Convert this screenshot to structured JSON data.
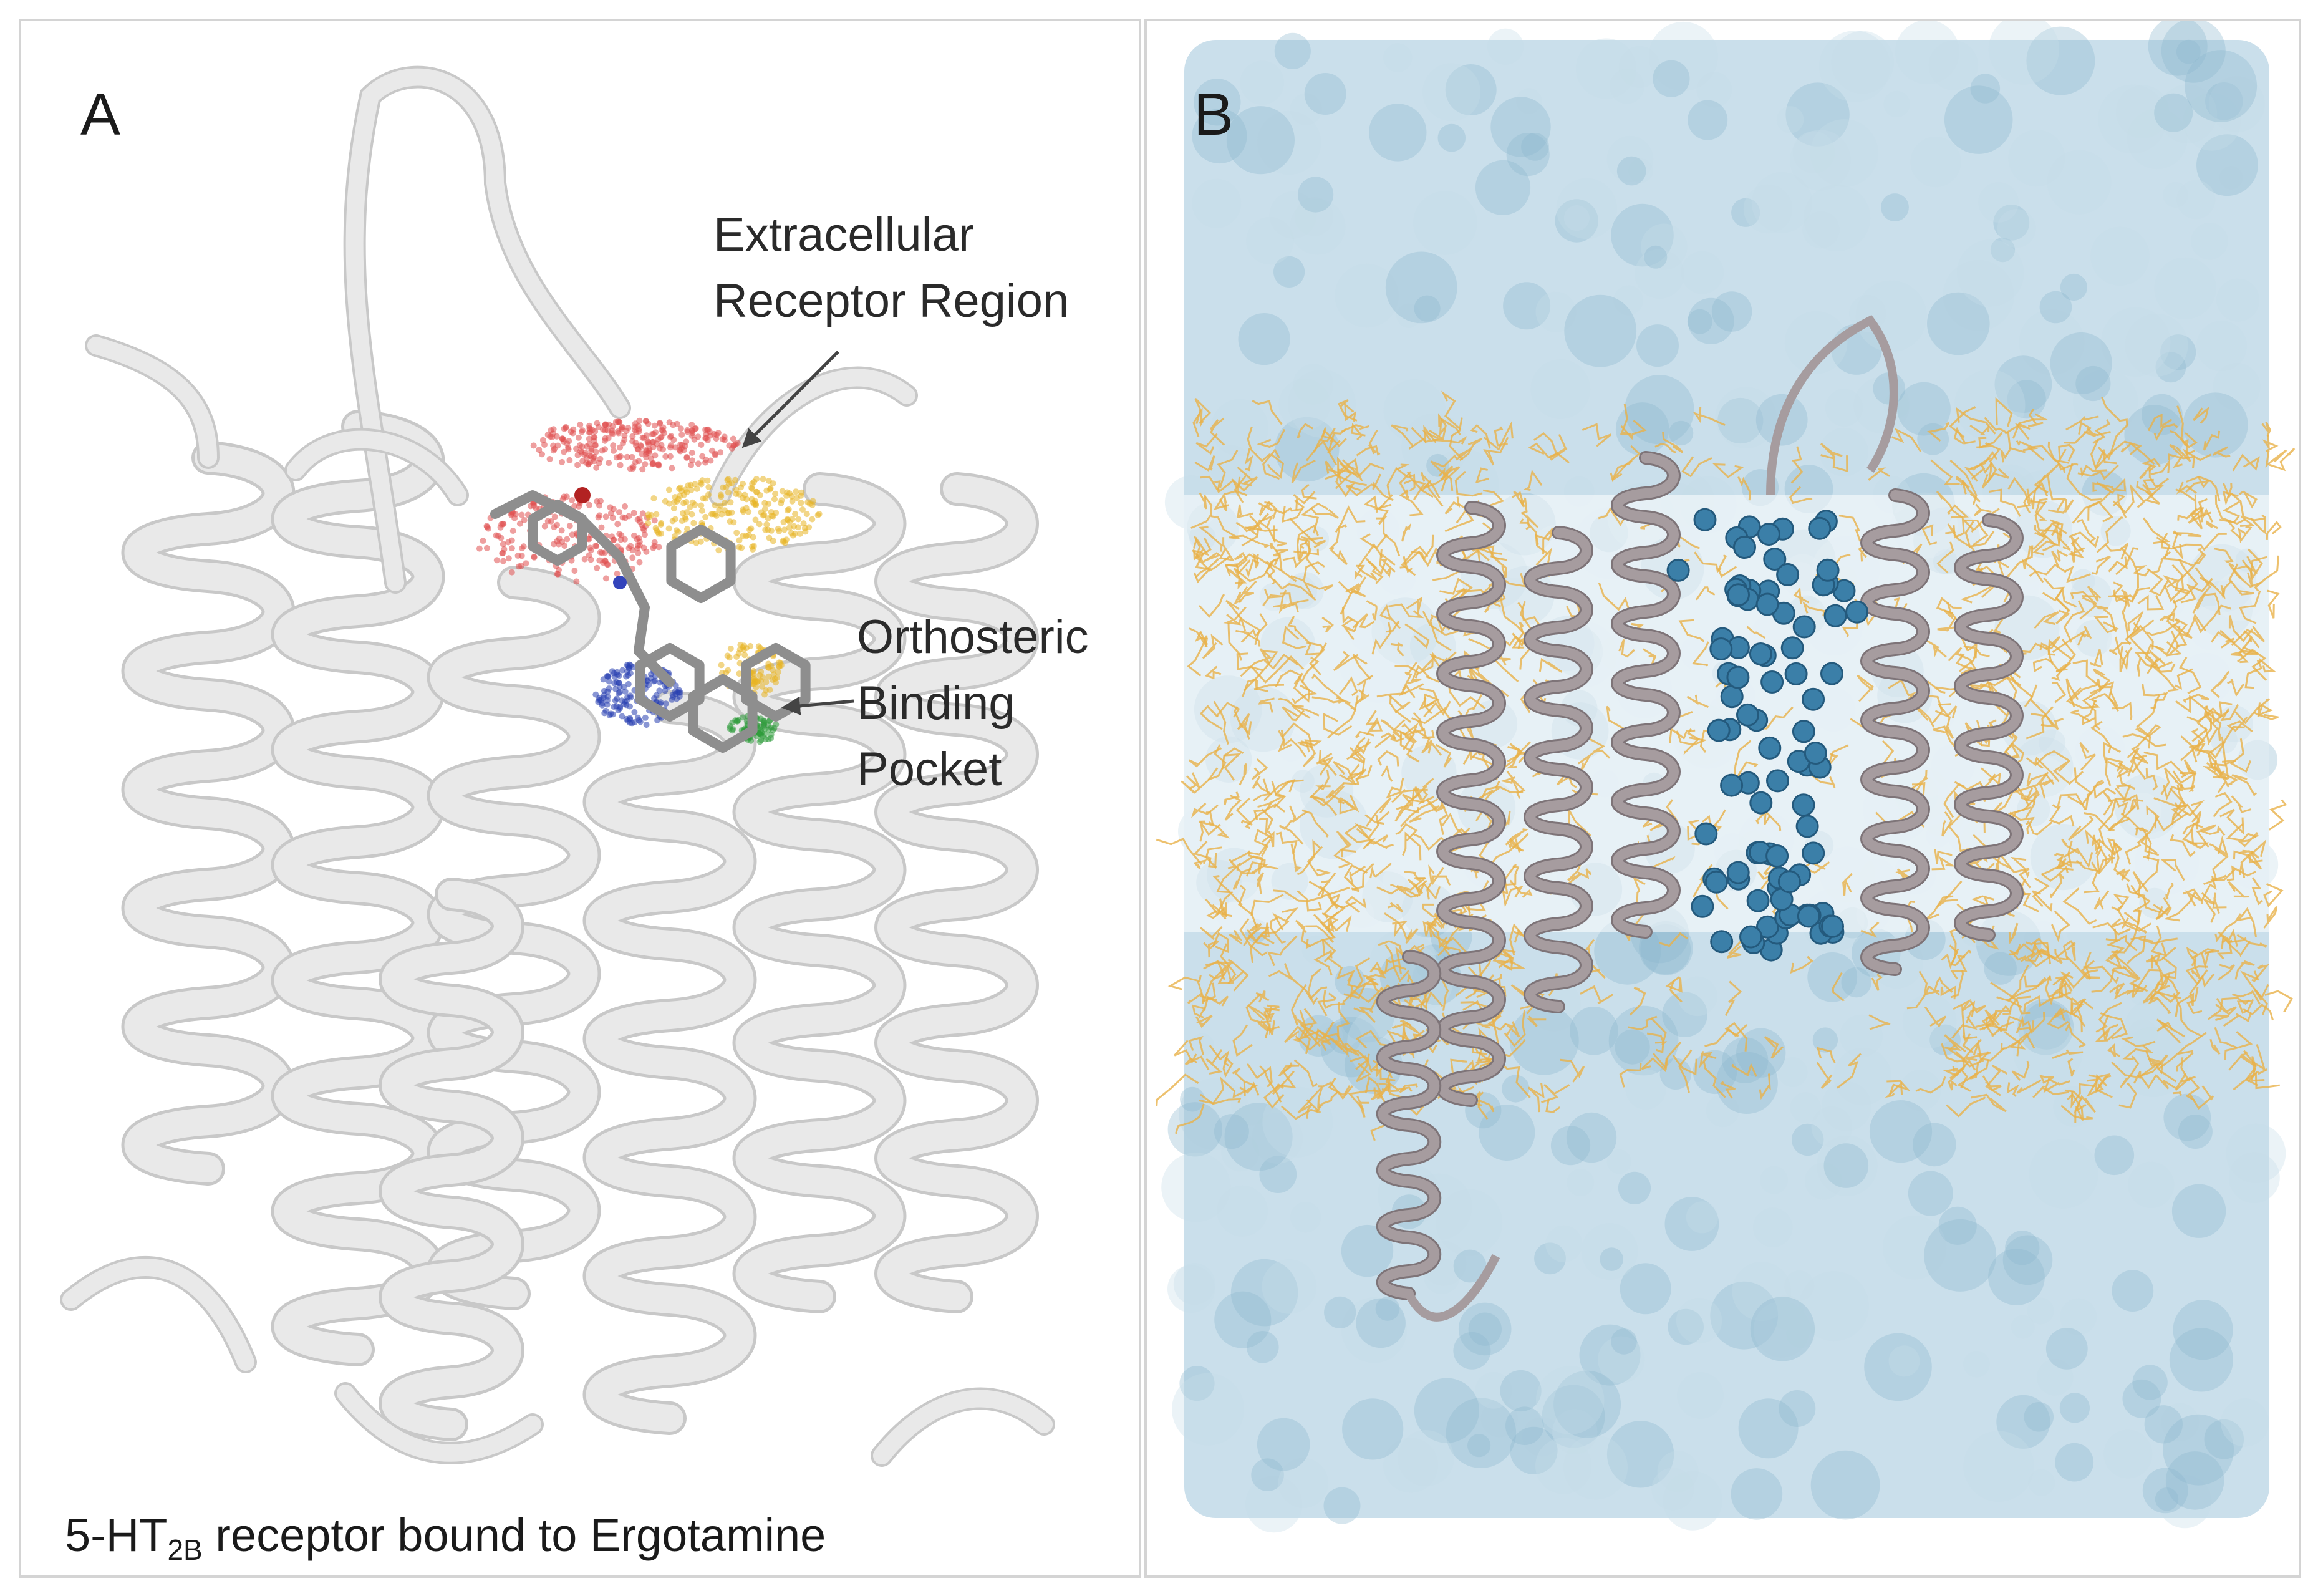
{
  "panel_a": {
    "letter": "A",
    "callout_extracellular": {
      "line1": "Extracellular",
      "line2": "Receptor Region"
    },
    "callout_orthosteric": {
      "line1": "Orthosteric",
      "line2": "Binding",
      "line3": "Pocket"
    },
    "caption": {
      "prefix": "5-HT",
      "subscript": "2B",
      "suffix": " receptor bound to Ergotamine"
    }
  },
  "panel_b": {
    "letter": "B"
  },
  "colors": {
    "ribbon_a": "#e9e9e9",
    "ribbon_a_edge": "#c8c8c8",
    "ribbon_b": "#a69c9f",
    "water": "#9ec4da",
    "lipid": "#e8b24a",
    "ligand_spheres": "#3b7fa8",
    "cluster_red": "#e05050",
    "cluster_yellow": "#e7b524",
    "cluster_blue": "#2840b0",
    "cluster_green": "#2e9a3a",
    "ligand_stick": "#8e8e8e"
  }
}
